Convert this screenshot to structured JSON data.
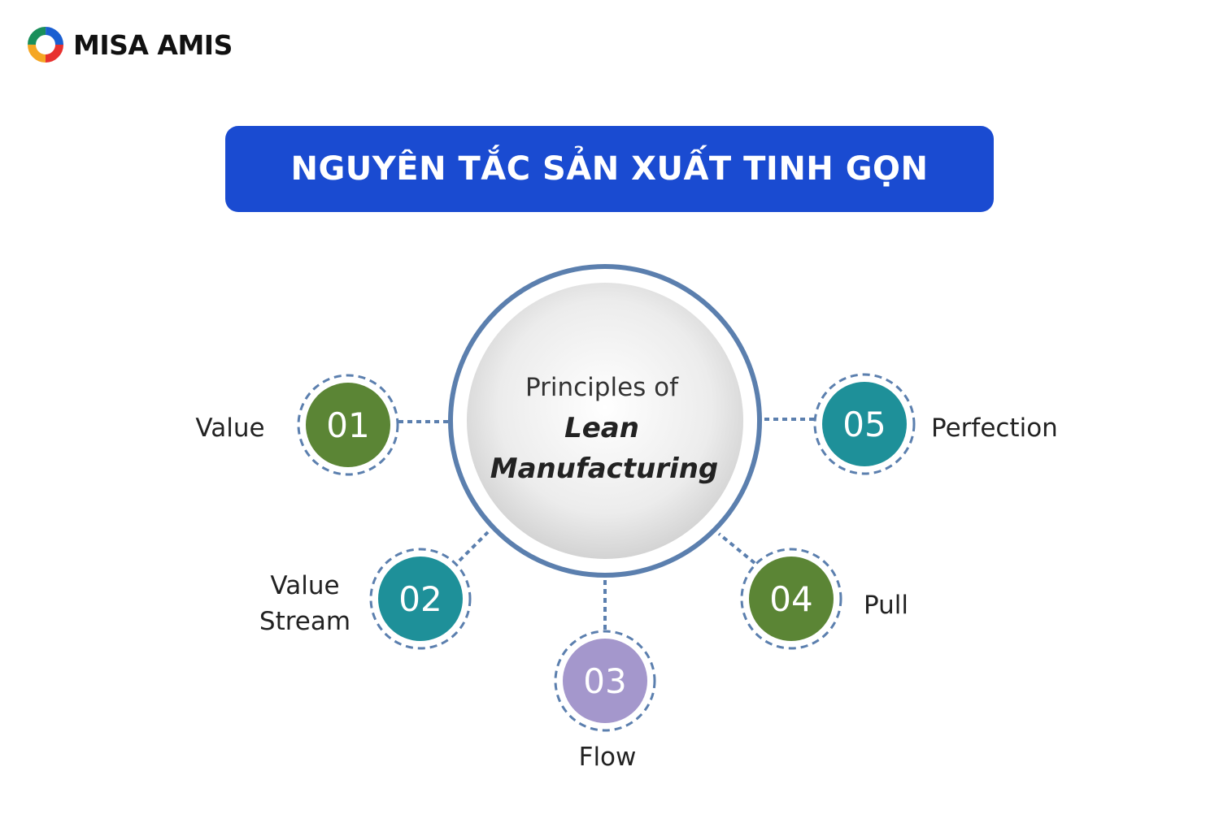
{
  "brand": {
    "name": "MISA AMIS",
    "logo_icon": "misa-amis-ring-logo",
    "colors": [
      "#e8312f",
      "#f5a623",
      "#1a8f5b",
      "#1a5fd1"
    ]
  },
  "banner": {
    "title": "NGUYÊN TẮC SẢN XUẤT TINH GỌN",
    "color": "#1a4bd1"
  },
  "center": {
    "line1": "Principles of",
    "line2": "Lean",
    "line3": "Manufacturing",
    "ring_color": "#5b7fae"
  },
  "principles": [
    {
      "number": "01",
      "label_lines": [
        "Value"
      ],
      "color": "#5b8535"
    },
    {
      "number": "02",
      "label_lines": [
        "Value",
        "Stream"
      ],
      "color": "#1e9099"
    },
    {
      "number": "03",
      "label_lines": [
        "Flow"
      ],
      "color": "#a497cc"
    },
    {
      "number": "04",
      "label_lines": [
        "Pull"
      ],
      "color": "#5b8535"
    },
    {
      "number": "05",
      "label_lines": [
        "Perfection"
      ],
      "color": "#1e9099"
    }
  ]
}
